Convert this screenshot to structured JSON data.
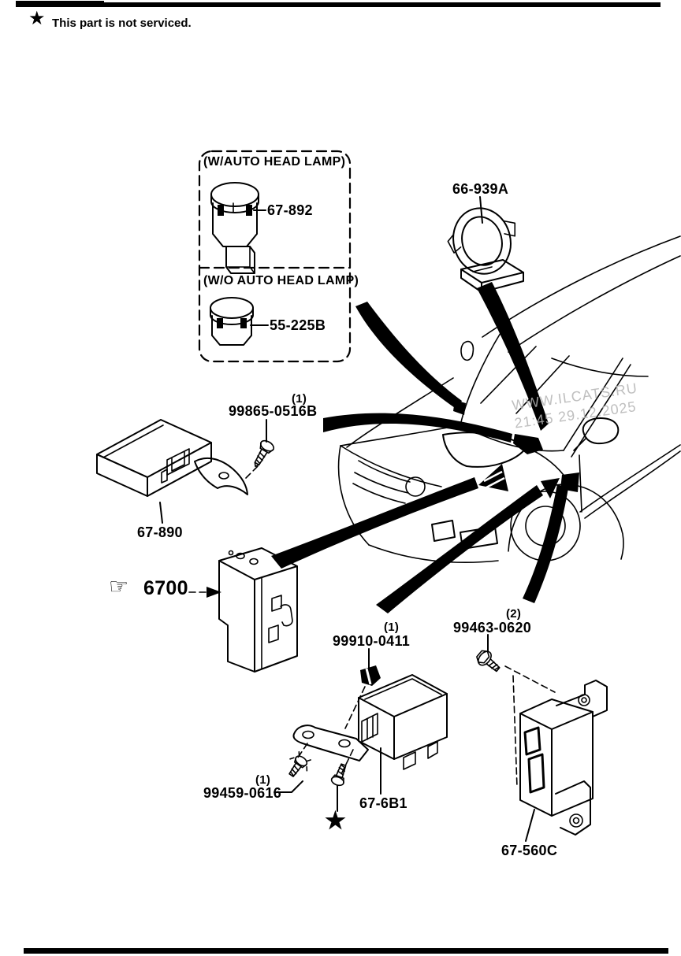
{
  "note": {
    "star": "★",
    "text": "This part is not serviced."
  },
  "watermark": {
    "line1": "WWW.ILCATS.RU",
    "line2": "21:45 29.12.2025"
  },
  "colors": {
    "ink": "#000000",
    "watermark": "#b4b4b4"
  },
  "labels": {
    "w_auto_head_lamp": "(W/AUTO HEAD LAMP)",
    "wo_auto_head_lamp": "(W/O AUTO HEAD LAMP)",
    "sensor_with": "67-892",
    "sensor_without": "55-225B",
    "coil": "66-939A",
    "screw1_qty": "(1)",
    "screw1": "99865-0516B",
    "module_left": "67-890",
    "hand": "☞",
    "fusebox": "6700",
    "nut_qty": "(1)",
    "nut": "99910-0411",
    "bolt2_qty": "(2)",
    "bolt2": "99463-0620",
    "screw3_qty": "(1)",
    "screw3": "99459-0616",
    "relay": "67-6B1",
    "star_marker": "★",
    "module_right": "67-560C"
  }
}
